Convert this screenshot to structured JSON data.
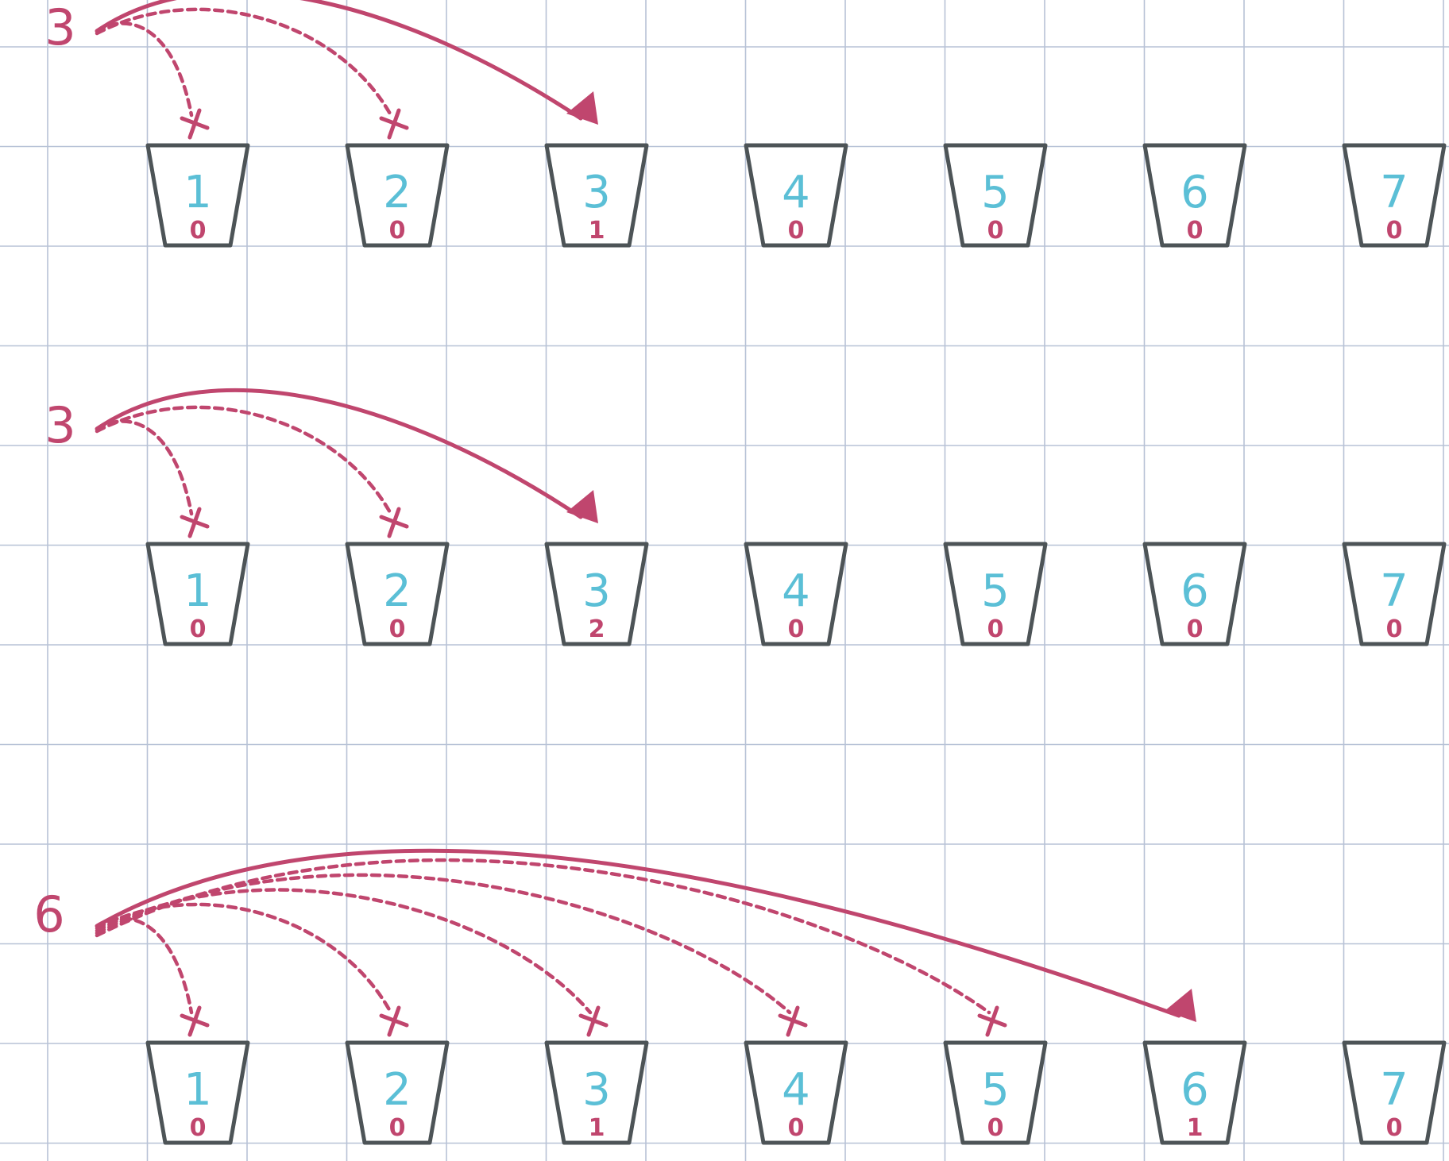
{
  "colors": {
    "grid": "#b7c2d6",
    "bucket_outline": "#4d5457",
    "bucket_label": "#5bbfd6",
    "ink": "#c0466e",
    "background": "#ffffff"
  },
  "rows": [
    {
      "item": "3",
      "target": 3,
      "rejected": [
        1,
        2
      ],
      "buckets": [
        {
          "label": "1",
          "count": "0"
        },
        {
          "label": "2",
          "count": "0"
        },
        {
          "label": "3",
          "count": "1"
        },
        {
          "label": "4",
          "count": "0"
        },
        {
          "label": "5",
          "count": "0"
        },
        {
          "label": "6",
          "count": "0"
        },
        {
          "label": "7",
          "count": "0"
        }
      ]
    },
    {
      "item": "3",
      "target": 3,
      "rejected": [
        1,
        2
      ],
      "buckets": [
        {
          "label": "1",
          "count": "0"
        },
        {
          "label": "2",
          "count": "0"
        },
        {
          "label": "3",
          "count": "2"
        },
        {
          "label": "4",
          "count": "0"
        },
        {
          "label": "5",
          "count": "0"
        },
        {
          "label": "6",
          "count": "0"
        },
        {
          "label": "7",
          "count": "0"
        }
      ]
    },
    {
      "item": "6",
      "target": 6,
      "rejected": [
        1,
        2,
        3,
        4,
        5
      ],
      "buckets": [
        {
          "label": "1",
          "count": "0"
        },
        {
          "label": "2",
          "count": "0"
        },
        {
          "label": "3",
          "count": "1"
        },
        {
          "label": "4",
          "count": "0"
        },
        {
          "label": "5",
          "count": "0"
        },
        {
          "label": "6",
          "count": "1"
        },
        {
          "label": "7",
          "count": "0"
        }
      ]
    }
  ]
}
